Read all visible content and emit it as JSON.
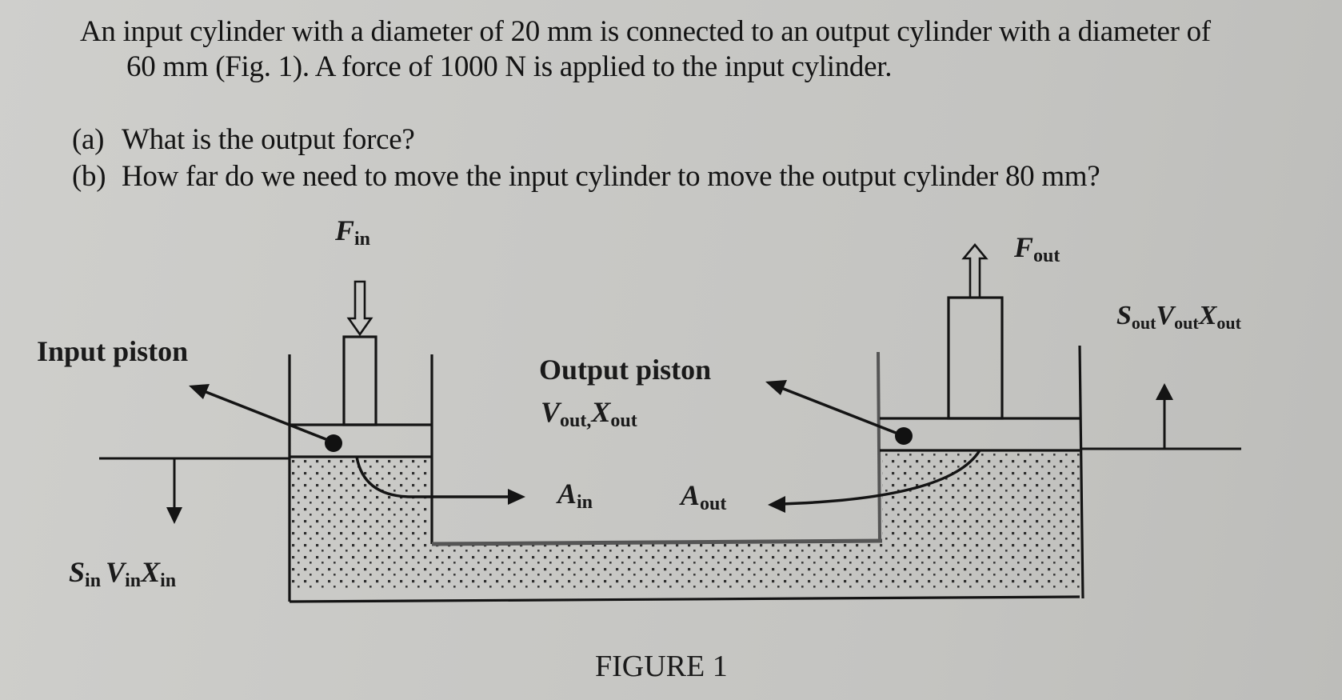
{
  "problem": {
    "statement_line1": "An input cylinder with a diameter of 20 mm is connected to an output cylinder with a diameter of",
    "statement_line2": "60 mm (Fig. 1). A force of 1000 N is applied to the input cylinder."
  },
  "questions": [
    {
      "label": "(a)",
      "text": "What is the output force?"
    },
    {
      "label": "(b)",
      "text": "How far do we need to move the input cylinder to move the output cylinder 80 mm?"
    }
  ],
  "figure": {
    "caption": "FIGURE 1",
    "labels": {
      "input_piston": "Input piston",
      "output_piston": "Output piston",
      "f_in": {
        "main": "F",
        "sub": "in"
      },
      "f_out": {
        "main": "F",
        "sub": "out"
      },
      "a_in": {
        "main": "A",
        "sub": "in"
      },
      "a_out": {
        "main": "A",
        "sub": "out"
      },
      "s_in": {
        "main": "S",
        "sub": "in"
      },
      "v_in": {
        "main": "V",
        "sub": "in"
      },
      "x_in": {
        "main": "X",
        "sub": "in"
      },
      "s_out": {
        "main": "S",
        "sub": "out"
      },
      "v_out": {
        "main": "V",
        "sub": "out"
      },
      "x_out": {
        "main": "X",
        "sub": "out"
      },
      "v_out_mid": {
        "main": "V",
        "sub": "out,"
      },
      "x_out_mid": {
        "main": "X",
        "sub": "out"
      }
    },
    "given": {
      "input_diameter": "20 mm",
      "output_diameter": "60 mm",
      "input_force": "1000 N",
      "output_displacement": "80 mm"
    }
  }
}
